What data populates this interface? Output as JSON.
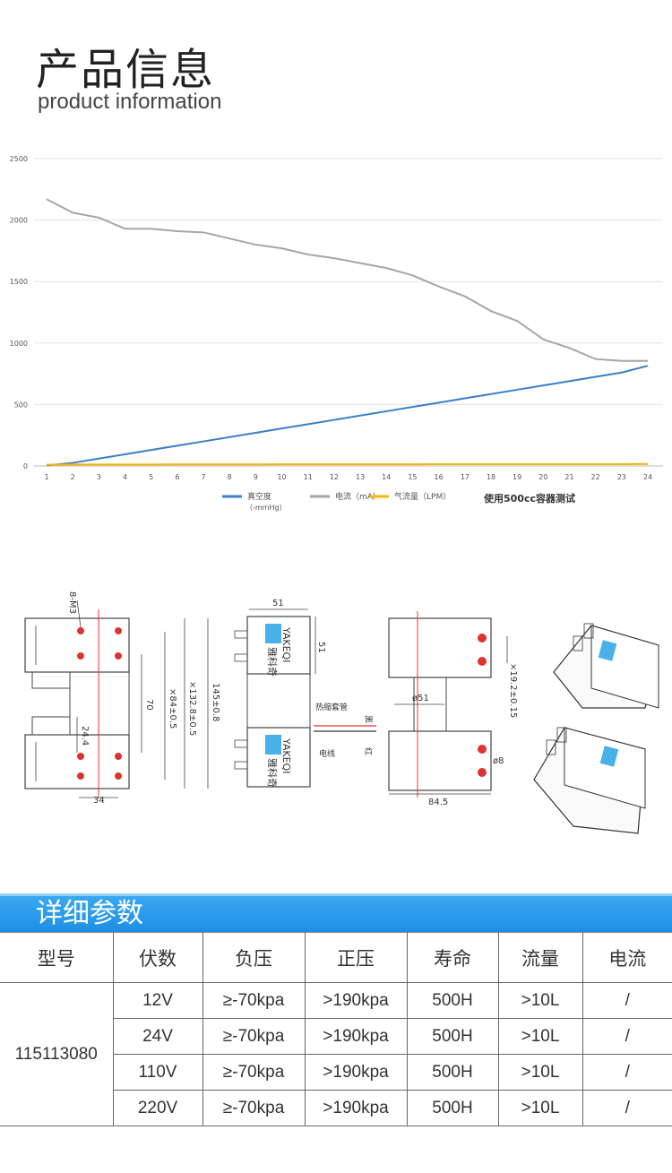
{
  "header": {
    "title_zh": "产品信息",
    "title_en": "product information"
  },
  "chart_data": {
    "type": "line",
    "x": [
      1,
      2,
      3,
      4,
      5,
      6,
      7,
      8,
      9,
      10,
      11,
      12,
      13,
      14,
      15,
      16,
      17,
      18,
      19,
      20,
      21,
      22,
      23,
      24
    ],
    "ylim": [
      0,
      2500
    ],
    "yticks": [
      0,
      500,
      1000,
      1500,
      2000,
      2500
    ],
    "grid": true,
    "legend_position": "bottom",
    "series": [
      {
        "name": "真空度",
        "name_sub": "（-mmHg）",
        "color": "#3a7fc8",
        "values": [
          5,
          25,
          60,
          95,
          130,
          165,
          200,
          235,
          270,
          305,
          340,
          375,
          410,
          445,
          480,
          515,
          550,
          585,
          620,
          655,
          690,
          725,
          760,
          815
        ]
      },
      {
        "name": "电流（mA）",
        "color": "#a6a6a6",
        "values": [
          2170,
          2060,
          2020,
          1930,
          1930,
          1910,
          1900,
          1850,
          1800,
          1770,
          1720,
          1690,
          1650,
          1610,
          1550,
          1460,
          1380,
          1260,
          1180,
          1030,
          960,
          870,
          855,
          855
        ]
      },
      {
        "name": "气流量（LPM）",
        "color": "#f5b400",
        "values": [
          10,
          12,
          12,
          12,
          12,
          13,
          13,
          13,
          13,
          14,
          14,
          14,
          14,
          14,
          14,
          15,
          15,
          15,
          15,
          15,
          15,
          15,
          15,
          16
        ]
      }
    ],
    "annotation": "使用500cc容器测试"
  },
  "drawings": {
    "labels": {
      "dim_51_top": "51",
      "dim_51_side": "51",
      "dim_70": "70",
      "dim_84": "×84±0.5",
      "dim_132": "×132.8±0.5",
      "dim_145": "145±0.8",
      "dim_24": "24.4",
      "dim_34": "34",
      "dim_hole": "8-M3",
      "dim_phi51": "ø51",
      "dim_845": "84.5",
      "dim_192": "×19.2±0.15",
      "dim_phi8": "ø8",
      "brand_cn": "雅科奇",
      "brand_en": "YAKEQI",
      "heat_tube": "热缩套管",
      "wire": "电线",
      "black": "黑",
      "red": "红"
    }
  },
  "specs": {
    "title": "详细参数",
    "headers": [
      "型号",
      "伏数",
      "负压",
      "正压",
      "寿命",
      "流量",
      "电流"
    ],
    "model": "115113080",
    "rows": [
      [
        "12V",
        "≥-70kpa",
        ">190kpa",
        "500H",
        ">10L",
        "/"
      ],
      [
        "24V",
        "≥-70kpa",
        ">190kpa",
        "500H",
        ">10L",
        "/"
      ],
      [
        "110V",
        "≥-70kpa",
        ">190kpa",
        "500H",
        ">10L",
        "/"
      ],
      [
        "220V",
        "≥-70kpa",
        ">190kpa",
        "500H",
        ">10L",
        "/"
      ]
    ]
  }
}
